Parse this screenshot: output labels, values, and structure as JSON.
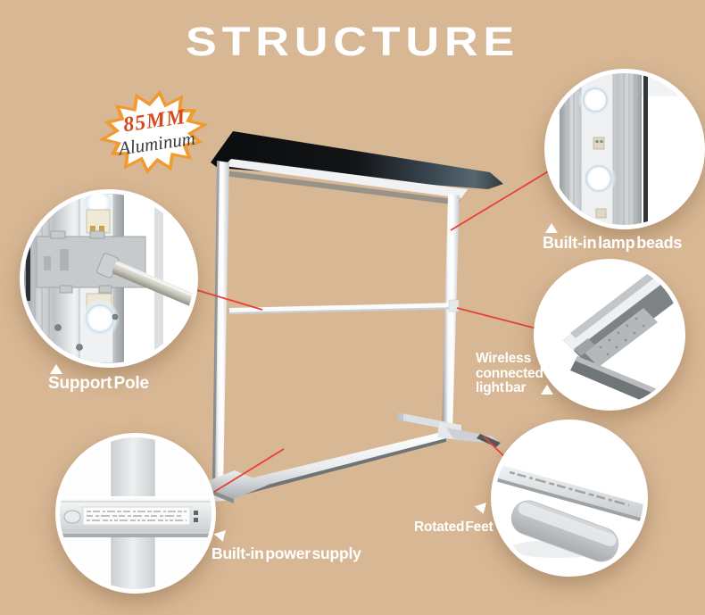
{
  "title": "STRUCTURE",
  "badge": {
    "size": "85MM",
    "material": "Aluminum"
  },
  "callouts": {
    "lamp_beads": {
      "label": "Built-in lamp beads"
    },
    "support_pole": {
      "label": "Support Pole"
    },
    "wireless_light_bar": {
      "lines": [
        "Wireless",
        "connected",
        "light bar"
      ]
    },
    "rotated_feet": {
      "label": "Rotated Feet"
    },
    "power_supply": {
      "label": "Built-in power supply"
    }
  },
  "colors": {
    "background": "#d8b794",
    "title_text": "#ffffff",
    "label_text": "#ffffff",
    "connector_line": "#e8403a",
    "badge_border": "#f09a2f",
    "badge_size_text": "#d84a1e",
    "badge_material_text": "#3c3c3c"
  }
}
